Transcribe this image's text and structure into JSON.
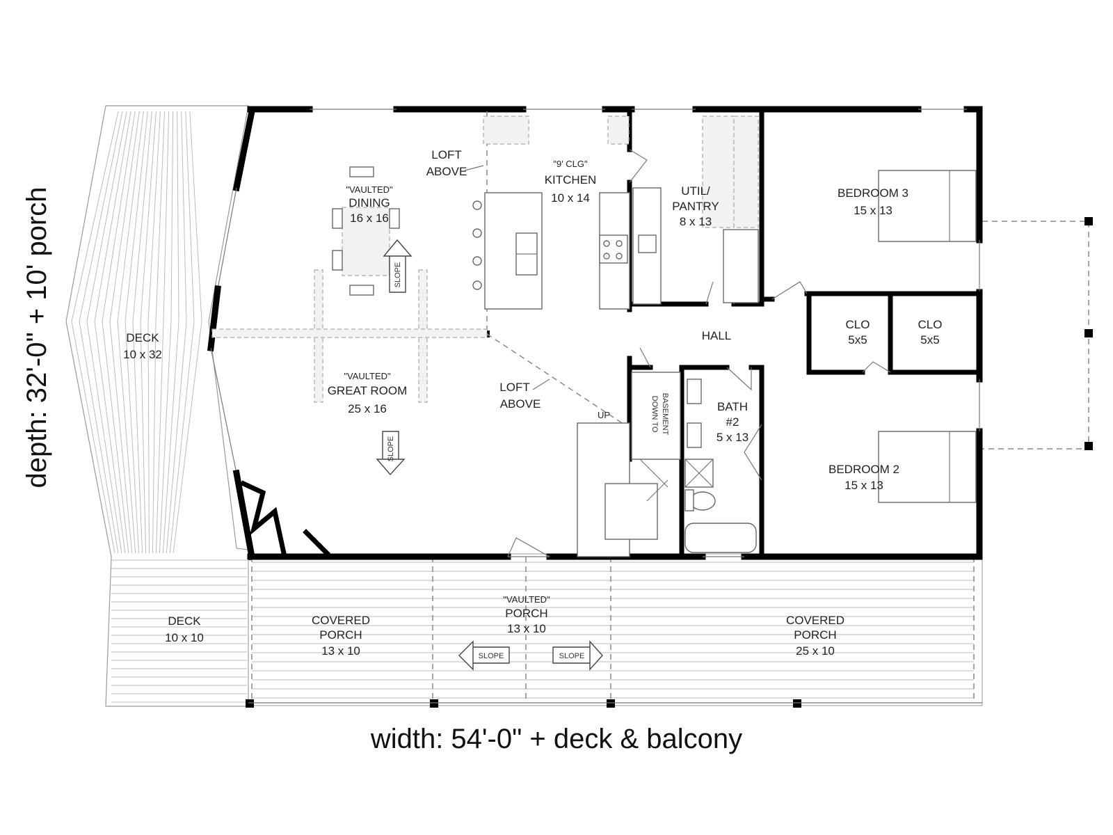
{
  "dimensions": {
    "depth": "depth: 32'-0\" + 10' porch",
    "width": "width: 54'-0\" + deck & balcony"
  },
  "rooms": {
    "deck_left": {
      "name": "DECK",
      "size": "10 x 32"
    },
    "deck_lower": {
      "name": "DECK",
      "size": "10 x 10"
    },
    "dining": {
      "qualifier": "\"VAULTED\"",
      "name": "DINING",
      "size": "16 x 16"
    },
    "great_room": {
      "qualifier": "\"VAULTED\"",
      "name": "GREAT ROOM",
      "size": "25 x 16"
    },
    "kitchen": {
      "qualifier": "\"9' CLG\"",
      "name": "KITCHEN",
      "size": "10 x 14"
    },
    "util_pantry": {
      "name_line1": "UTIL/",
      "name_line2": "PANTRY",
      "size": "8 x 13"
    },
    "bedroom3": {
      "name": "BEDROOM 3",
      "size": "15 x 13"
    },
    "bedroom2": {
      "name": "BEDROOM 2",
      "size": "15 x 13"
    },
    "hall": {
      "name": "HALL"
    },
    "closet1": {
      "name": "CLO",
      "size": "5x5"
    },
    "closet2": {
      "name": "CLO",
      "size": "5x5"
    },
    "bath2": {
      "name_line1": "BATH",
      "name_line2": "#2",
      "size": "5 x 13"
    },
    "covered_porch_left": {
      "name_line1": "COVERED",
      "name_line2": "PORCH",
      "size": "13 x 10"
    },
    "vaulted_porch": {
      "qualifier": "\"VAULTED\"",
      "name": "PORCH",
      "size": "13 x 10"
    },
    "covered_porch_right": {
      "name_line1": "COVERED",
      "name_line2": "PORCH",
      "size": "25 x 10"
    }
  },
  "annotations": {
    "loft_above_1_line1": "LOFT",
    "loft_above_1_line2": "ABOVE",
    "loft_above_2_line1": "LOFT",
    "loft_above_2_line2": "ABOVE",
    "slope": "SLOPE",
    "up": "UP",
    "down_to_basement_line1": "DOWN TO",
    "down_to_basement_line2": "BASEMENT"
  }
}
